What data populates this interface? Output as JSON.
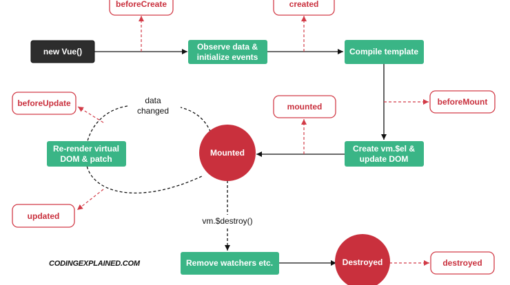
{
  "colors": {
    "green": "#3ab586",
    "red": "#c9303d",
    "dark": "#2d2d2d",
    "hook_border": "#d23b47"
  },
  "nodes": {
    "new_vue": "new Vue()",
    "observe": [
      "Observe data &",
      "initialize events"
    ],
    "compile": "Compile template",
    "create_el": [
      "Create vm.$el &",
      "update DOM"
    ],
    "mounted": "Mounted",
    "rerender": [
      "Re-render virtual",
      "DOM & patch"
    ],
    "remove_watchers": "Remove watchers etc.",
    "destroyed": "Destroyed"
  },
  "hooks": {
    "before_create": "beforeCreate",
    "created": "created",
    "before_mount": "beforeMount",
    "mounted": "mounted",
    "before_update": "beforeUpdate",
    "updated": "updated",
    "destroyed": "destroyed"
  },
  "labels": {
    "data_changed": [
      "data",
      "changed"
    ],
    "vm_destroy": "vm.$destroy()"
  },
  "brand": "CODINGEXPLAINED.COM"
}
